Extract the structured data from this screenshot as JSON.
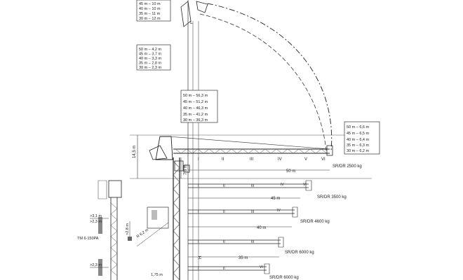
{
  "top_table": [
    "45 m – 10 m",
    "40 m – 10 m",
    "35 m – 11 m",
    "30 m – 12 m"
  ],
  "left_table": [
    "50 m – 4,2 m",
    "45 m – 3,7 m",
    "40 m – 3,3 m",
    "35 m – 2,8 m",
    "30 m – 2,3 m"
  ],
  "center_table": [
    "50 m – 56,3 m",
    "45 m – 51,2 m",
    "40 m – 46,3 m",
    "35 m – 41,2 m",
    "30 m – 36,3 m"
  ],
  "right_table": [
    "50 m – 6,6 m",
    "45 m – 6,5 m",
    "40 m – 6,4 m",
    "35 m – 6,3 m",
    "30 m – 6,2 m"
  ],
  "section_labels": [
    "I",
    "II",
    "III",
    "IV",
    "V",
    "VI"
  ],
  "labels": {
    "L": "L",
    "H": "H",
    "h_left": "14,5 m",
    "h_small": "7,8 m",
    "model": "TM 6-150PA",
    "dim_31": ">3,1 m",
    "dim_23": ">2,3 m",
    "dim_23b": ">2,3 m",
    "dim_28": ">2,8 m",
    "radius": "R 6,2 m",
    "base": "1,75 m"
  },
  "jibs": [
    {
      "length": "50 m",
      "load": "SR/DR  2500 kg"
    },
    {
      "length": "45 m",
      "load": "SR/DR  3500 kg"
    },
    {
      "length": "40 m",
      "load": "SR/DR  4600 kg"
    },
    {
      "length": "35 m",
      "load": "SR/DR  6000 kg"
    },
    {
      "length": "",
      "load": "SR/DR  6000 kg"
    }
  ]
}
